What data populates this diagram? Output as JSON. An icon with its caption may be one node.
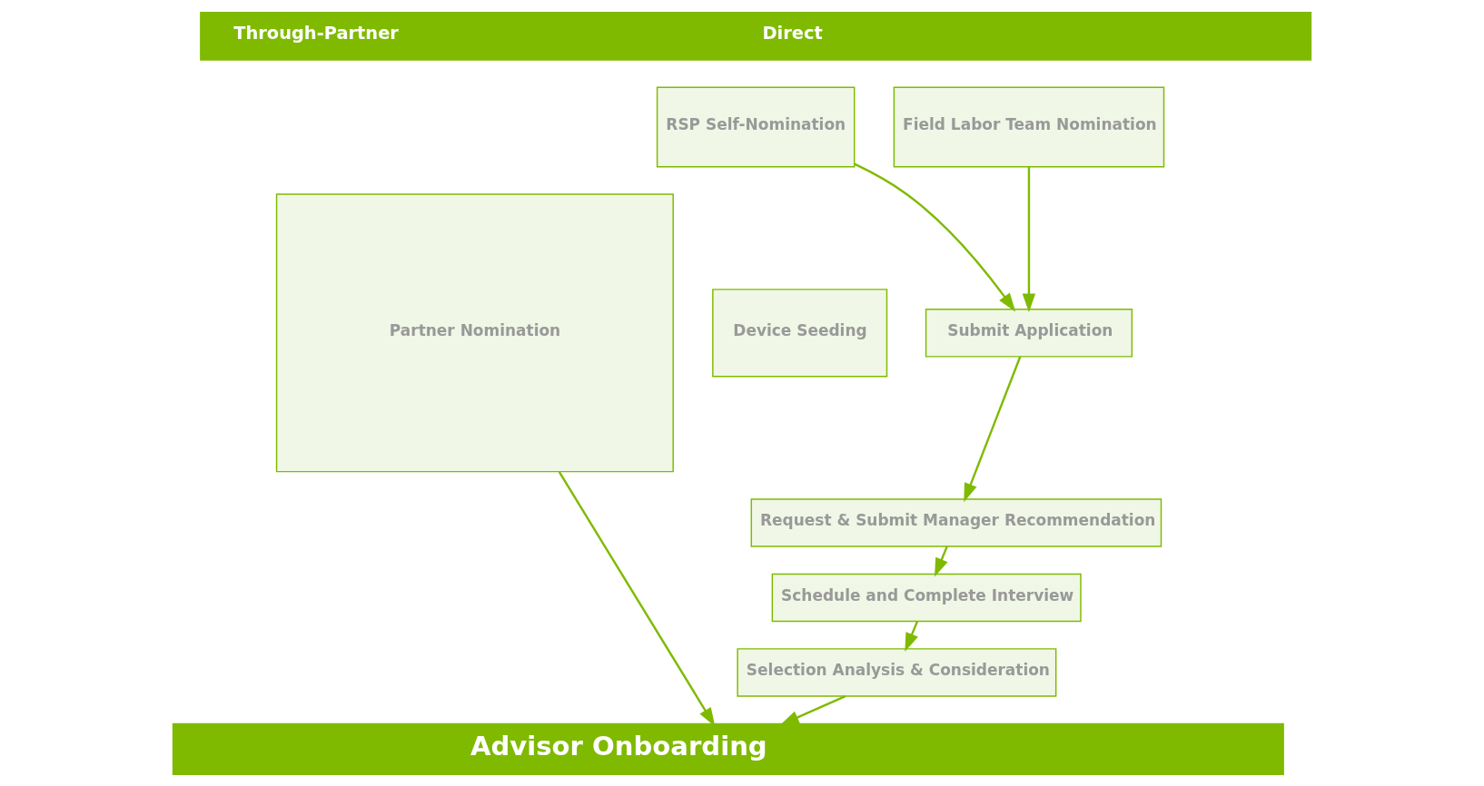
{
  "diagram": {
    "nodes": [
      {
        "text": [
          "Through-Partner",
          "Direct"
        ]
      },
      {
        "text": [
          "Partner Nomination"
        ]
      },
      {
        "text": [
          "Device Seeding"
        ]
      },
      {
        "text": [
          "RSP Self-Nomination"
        ]
      },
      {
        "text": [
          "Field Labor Team Nomination"
        ]
      },
      {
        "text": [
          "Submit Application"
        ]
      },
      {
        "text": [
          "Request & Submit Manager Recommendation"
        ]
      },
      {
        "text": [
          "Schedule and Complete Interview"
        ]
      },
      {
        "text": [
          "Selection Analysis & Consideration"
        ]
      },
      {
        "text": [
          "Advisor Onboarding"
        ]
      }
    ],
    "edges": [
      {
        "from": 1,
        "to": 9,
        "arrow": "to"
      },
      {
        "from": 3,
        "to": 5,
        "arrow": "to"
      },
      {
        "from": 4,
        "to": 5,
        "arrow": "to"
      },
      {
        "from": 5,
        "to": 6,
        "arrow": "to"
      },
      {
        "from": 6,
        "to": 7,
        "arrow": "to"
      },
      {
        "from": 7,
        "to": 8,
        "arrow": "to"
      },
      {
        "from": 8,
        "to": 9,
        "arrow": "to"
      }
    ]
  }
}
